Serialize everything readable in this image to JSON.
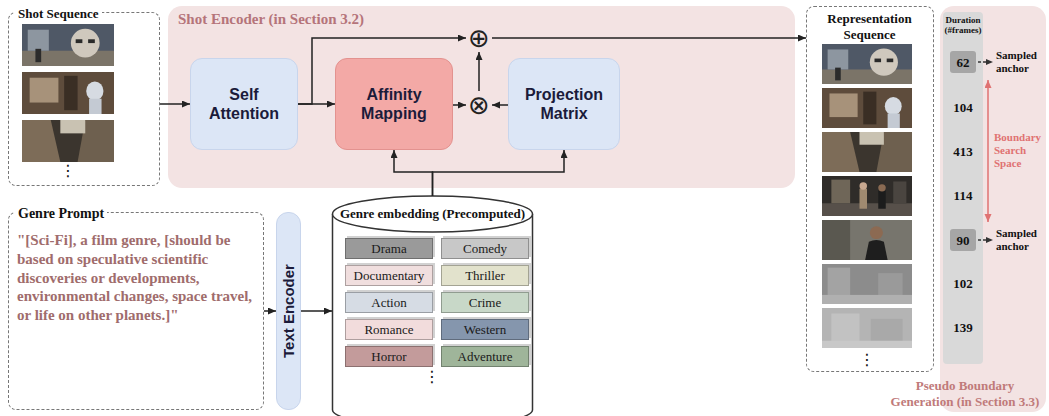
{
  "diagram": {
    "nodes": [
      {
        "text": [
          "Shot Sequence"
        ]
      },
      {
        "text": [
          "Shot Encoder (in Section 3.2)"
        ]
      },
      {
        "text": [
          "Self Attention"
        ],
        "in": 1
      },
      {
        "text": [
          "Affinity Mapping"
        ],
        "in": 1
      },
      {
        "text": [
          "Projection Matrix"
        ],
        "in": 1
      },
      {
        "text": [
          "⊕"
        ],
        "in": 1
      },
      {
        "text": [
          "⊗"
        ],
        "in": 1
      },
      {
        "text": [
          "Representation Sequence"
        ]
      },
      {
        "text": [
          "Pseudo Boundary Generation (in Section 3.3)"
        ]
      },
      {
        "text": [
          "Duration (#frames)",
          "104",
          "413",
          "114",
          "102",
          "139"
        ],
        "in": 8
      },
      {
        "text": [
          "62"
        ],
        "in": 9
      },
      {
        "text": [
          "90"
        ],
        "in": 9
      },
      {
        "text": [
          "Genre Prompt",
          "\"[Sci-Fi], a film genre, [should be based on speculative scientific discoveries or developments, environmental changes, space travel, or life on other planets.]\""
        ]
      },
      {
        "text": [
          "Text Encoder"
        ]
      },
      {
        "text": [
          "Genre embedding (Precomputed)"
        ]
      },
      {
        "text": [
          "Drama"
        ],
        "in": 14
      },
      {
        "text": [
          "Comedy"
        ],
        "in": 14
      },
      {
        "text": [
          "Documentary"
        ],
        "in": 14
      },
      {
        "text": [
          "Thriller"
        ],
        "in": 14
      },
      {
        "text": [
          "Action"
        ],
        "in": 14
      },
      {
        "text": [
          "Crime"
        ],
        "in": 14
      },
      {
        "text": [
          "Romance"
        ],
        "in": 14
      },
      {
        "text": [
          "Western"
        ],
        "in": 14
      },
      {
        "text": [
          "Horror"
        ],
        "in": 14
      },
      {
        "text": [
          "Adventure"
        ],
        "in": 14
      }
    ],
    "edges": [
      {
        "from": 0,
        "to": 2,
        "arrow": "to"
      },
      {
        "from": 2,
        "to": 3,
        "arrow": "to"
      },
      {
        "from": 2,
        "to": 5,
        "arrow": "to"
      },
      {
        "from": 3,
        "to": 6,
        "arrow": "to"
      },
      {
        "from": 4,
        "to": 6,
        "arrow": "to"
      },
      {
        "from": 6,
        "to": 5,
        "arrow": "to"
      },
      {
        "from": 5,
        "to": 7,
        "arrow": "to"
      },
      {
        "from": 14,
        "to": 3,
        "arrow": "to"
      },
      {
        "from": 14,
        "to": 4,
        "arrow": "to"
      },
      {
        "from": 12,
        "to": 13,
        "arrow": "to"
      },
      {
        "from": 13,
        "to": 14,
        "arrow": "to"
      }
    ],
    "labels": [
      "⋮",
      "⋮",
      "⋮",
      "Sampled anchor",
      "Boundary Search Space",
      "Sampled anchor"
    ]
  }
}
